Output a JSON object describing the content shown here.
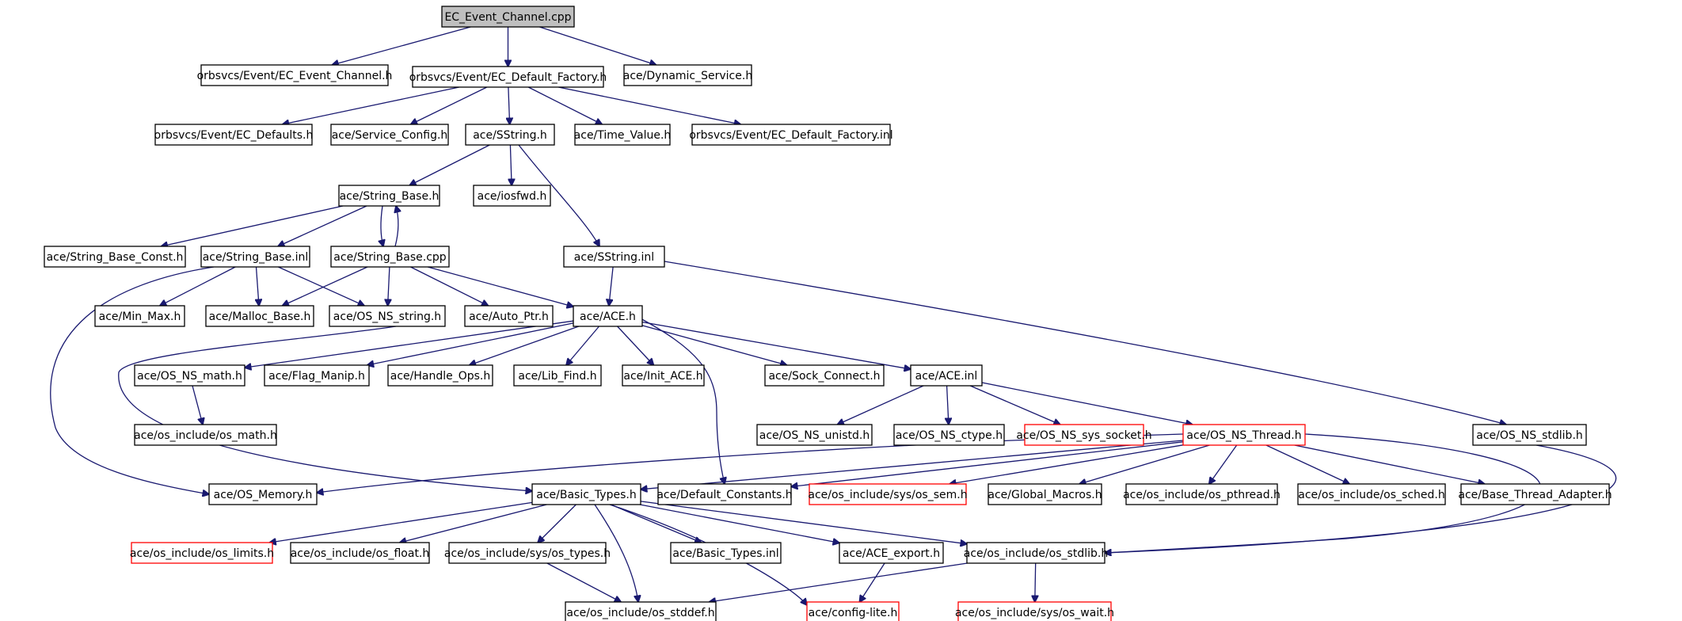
{
  "diagram": {
    "colors": {
      "edge": "#191970",
      "root_fill": "#bfbfbf",
      "node_fill": "#ffffff",
      "truncated_border": "#ff0000",
      "node_border": "#000000"
    },
    "nodes": [
      {
        "id": "root",
        "label": "EC_Event_Channel.cpp",
        "kind": "root"
      },
      {
        "id": "ecch",
        "label": "orbsvcs/Event/EC_Event_Channel.h"
      },
      {
        "id": "ecdf",
        "label": "orbsvcs/Event/EC_Default_Factory.h"
      },
      {
        "id": "dyn",
        "label": "ace/Dynamic_Service.h"
      },
      {
        "id": "ecdef",
        "label": "orbsvcs/Event/EC_Defaults.h"
      },
      {
        "id": "svc",
        "label": "ace/Service_Config.h"
      },
      {
        "id": "sstr",
        "label": "ace/SString.h"
      },
      {
        "id": "tv",
        "label": "ace/Time_Value.h"
      },
      {
        "id": "ecdfinl",
        "label": "orbsvcs/Event/EC_Default_Factory.inl"
      },
      {
        "id": "sb",
        "label": "ace/String_Base.h"
      },
      {
        "id": "iosfwd",
        "label": "ace/iosfwd.h"
      },
      {
        "id": "sbconst",
        "label": "ace/String_Base_Const.h"
      },
      {
        "id": "sbinl",
        "label": "ace/String_Base.inl"
      },
      {
        "id": "sbcpp",
        "label": "ace/String_Base.cpp"
      },
      {
        "id": "sstrinl",
        "label": "ace/SString.inl"
      },
      {
        "id": "minmax",
        "label": "ace/Min_Max.h"
      },
      {
        "id": "malloc",
        "label": "ace/Malloc_Base.h"
      },
      {
        "id": "osnsstr",
        "label": "ace/OS_NS_string.h"
      },
      {
        "id": "autoptr",
        "label": "ace/Auto_Ptr.h"
      },
      {
        "id": "ace",
        "label": "ace/ACE.h"
      },
      {
        "id": "osnsmath",
        "label": "ace/OS_NS_math.h"
      },
      {
        "id": "flag",
        "label": "ace/Flag_Manip.h"
      },
      {
        "id": "handle",
        "label": "ace/Handle_Ops.h"
      },
      {
        "id": "libfind",
        "label": "ace/Lib_Find.h"
      },
      {
        "id": "initace",
        "label": "ace/Init_ACE.h"
      },
      {
        "id": "sock",
        "label": "ace/Sock_Connect.h"
      },
      {
        "id": "aceinl",
        "label": "ace/ACE.inl"
      },
      {
        "id": "osmath",
        "label": "ace/os_include/os_math.h"
      },
      {
        "id": "unistd",
        "label": "ace/OS_NS_unistd.h"
      },
      {
        "id": "ctype",
        "label": "ace/OS_NS_ctype.h"
      },
      {
        "id": "syssock",
        "label": "ace/OS_NS_sys_socket.h",
        "kind": "truncated"
      },
      {
        "id": "thread",
        "label": "ace/OS_NS_Thread.h",
        "kind": "truncated"
      },
      {
        "id": "nsstdlib",
        "label": "ace/OS_NS_stdlib.h"
      },
      {
        "id": "osmem",
        "label": "ace/OS_Memory.h"
      },
      {
        "id": "basic",
        "label": "ace/Basic_Types.h"
      },
      {
        "id": "defconst",
        "label": "ace/Default_Constants.h"
      },
      {
        "id": "ossem",
        "label": "ace/os_include/sys/os_sem.h",
        "kind": "truncated"
      },
      {
        "id": "globmac",
        "label": "ace/Global_Macros.h"
      },
      {
        "id": "pthread",
        "label": "ace/os_include/os_pthread.h"
      },
      {
        "id": "sched",
        "label": "ace/os_include/os_sched.h"
      },
      {
        "id": "bta",
        "label": "ace/Base_Thread_Adapter.h"
      },
      {
        "id": "limits",
        "label": "ace/os_include/os_limits.h",
        "kind": "truncated"
      },
      {
        "id": "float",
        "label": "ace/os_include/os_float.h"
      },
      {
        "id": "systypes",
        "label": "ace/os_include/sys/os_types.h"
      },
      {
        "id": "btinl",
        "label": "ace/Basic_Types.inl"
      },
      {
        "id": "export",
        "label": "ace/ACE_export.h"
      },
      {
        "id": "osstdlib",
        "label": "ace/os_include/os_stdlib.h"
      },
      {
        "id": "stddef",
        "label": "ace/os_include/os_stddef.h"
      },
      {
        "id": "configlite",
        "label": "ace/config-lite.h",
        "kind": "truncated"
      },
      {
        "id": "oswait",
        "label": "ace/os_include/sys/os_wait.h",
        "kind": "truncated"
      }
    ]
  }
}
